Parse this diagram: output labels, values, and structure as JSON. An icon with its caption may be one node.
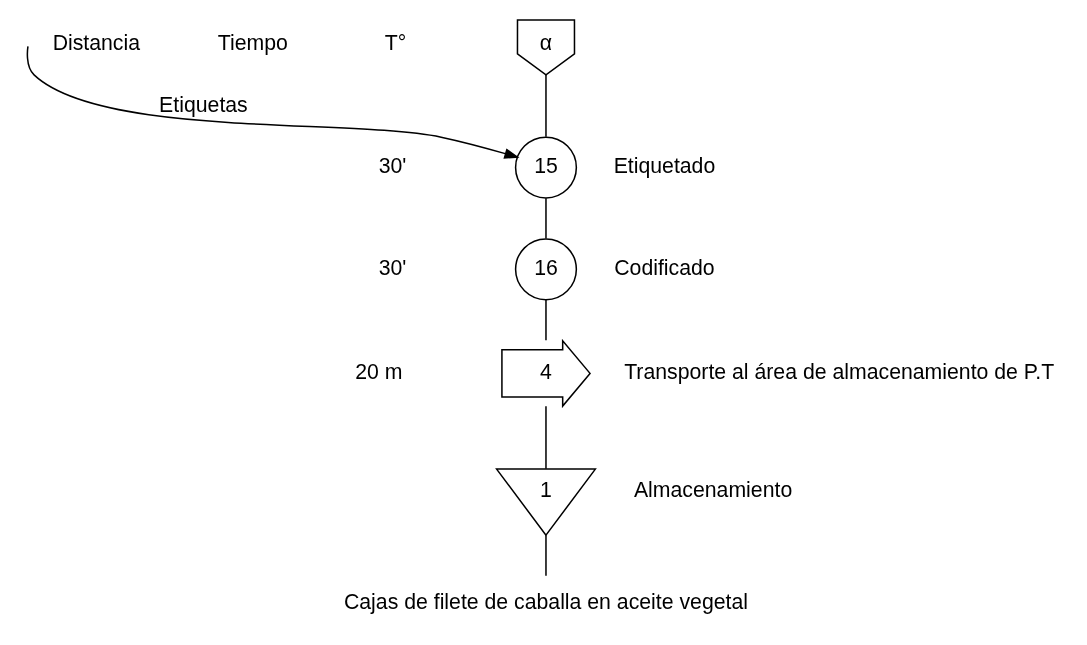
{
  "diagram": {
    "nodes": [
      {
        "text": [
          "α"
        ]
      },
      {
        "text": [
          "15"
        ],
        "beside": [
          "Etiquetado"
        ]
      },
      {
        "text": [
          "16"
        ],
        "beside": [
          "Codificado"
        ]
      },
      {
        "text": [
          "4"
        ],
        "beside": [
          "Transporte al área de almacenamiento de P.T"
        ]
      },
      {
        "text": [
          "1"
        ],
        "beside": [
          "Almacenamiento"
        ]
      },
      {
        "text": [
          "Cajas de filete de caballa en aceite vegetal"
        ]
      }
    ],
    "edges": [
      {
        "from": 0,
        "to": 1,
        "arrow": "none"
      },
      {
        "from": null,
        "to": 1,
        "arrow": "to",
        "label": "Etiquetas"
      },
      {
        "from": 1,
        "to": 2,
        "arrow": "none"
      },
      {
        "from": 2,
        "to": 3,
        "arrow": "none"
      },
      {
        "from": 3,
        "to": 4,
        "arrow": "none"
      },
      {
        "from": 4,
        "to": 5,
        "arrow": "none"
      }
    ],
    "labels": [
      "Distancia",
      "Tiempo",
      "T°",
      "30'",
      "30'",
      "20 m"
    ]
  }
}
